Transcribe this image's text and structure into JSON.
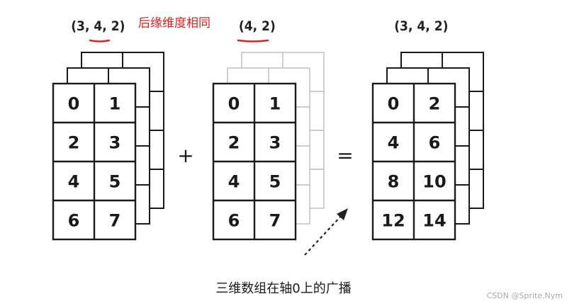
{
  "labels": {
    "left_shape": "(3, 4, 2)",
    "middle_shape": "(4, 2)",
    "right_shape": "(3, 4, 2)",
    "annotation": "后缘维度相同",
    "caption": "三维数组在轴0上的广播",
    "watermark": "CSDN @Sprite.Nym",
    "plus": "+",
    "equals": "="
  },
  "arrays": {
    "left": [
      [
        "0",
        "1"
      ],
      [
        "2",
        "3"
      ],
      [
        "4",
        "5"
      ],
      [
        "6",
        "7"
      ]
    ],
    "middle": [
      [
        "0",
        "1"
      ],
      [
        "2",
        "3"
      ],
      [
        "4",
        "5"
      ],
      [
        "6",
        "7"
      ]
    ],
    "right": [
      [
        "0",
        "2"
      ],
      [
        "4",
        "6"
      ],
      [
        "8",
        "10"
      ],
      [
        "12",
        "14"
      ]
    ]
  },
  "colors": {
    "accent": "#e02020",
    "ink": "#1a1a1a",
    "ghost_stroke": "#bbbbbb"
  }
}
